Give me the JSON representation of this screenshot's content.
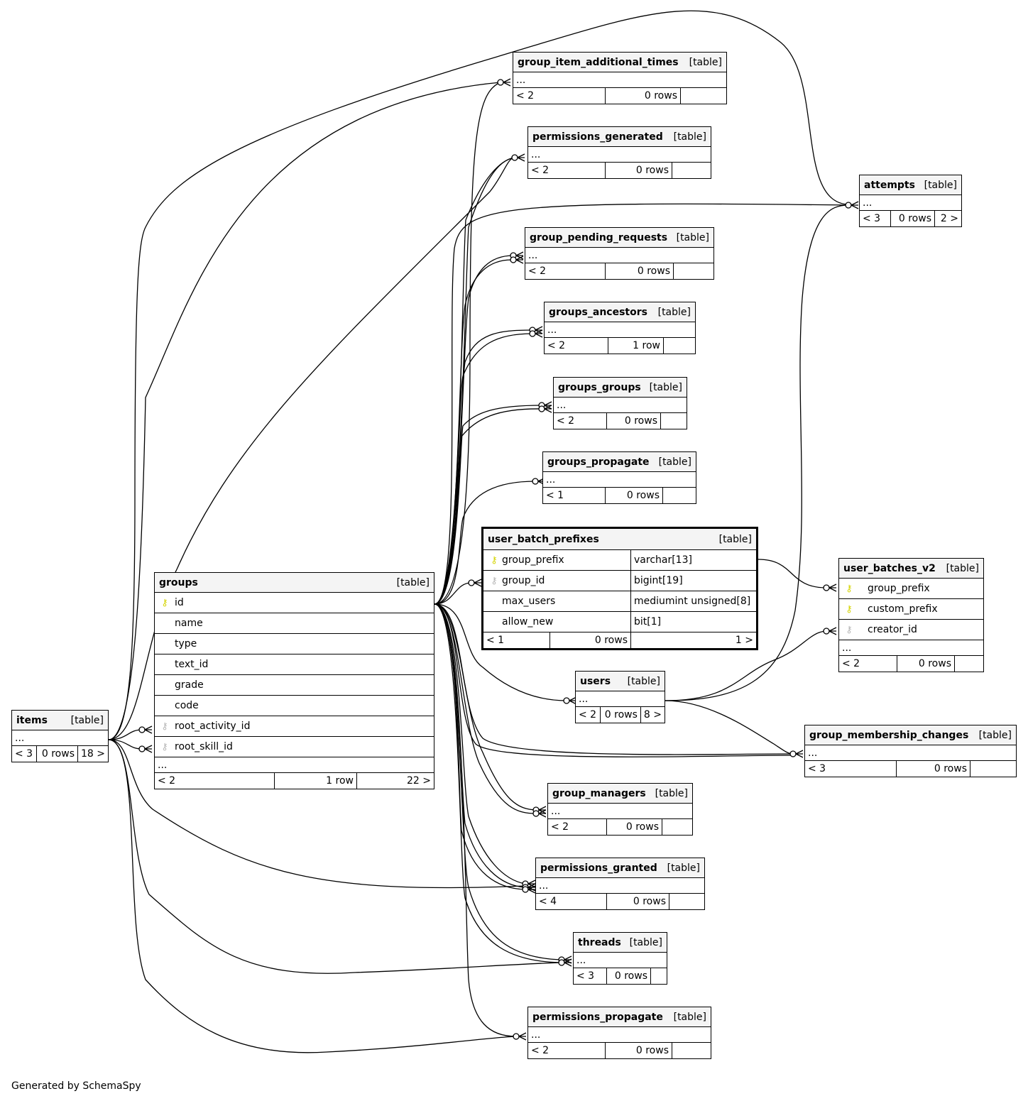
{
  "credit": "Generated by SchemaSpy",
  "tag": "[table]",
  "ellipsis": "...",
  "tables": {
    "group_item_additional_times": {
      "name": "group_item_additional_times",
      "f1": "< 2",
      "f2": "0 rows",
      "f3": ""
    },
    "permissions_generated": {
      "name": "permissions_generated",
      "f1": "< 2",
      "f2": "0 rows",
      "f3": ""
    },
    "attempts": {
      "name": "attempts",
      "f1": "< 3",
      "f2": "0 rows",
      "f3": "2 >"
    },
    "group_pending_requests": {
      "name": "group_pending_requests",
      "f1": "< 2",
      "f2": "0 rows",
      "f3": ""
    },
    "groups_ancestors": {
      "name": "groups_ancestors",
      "f1": "< 2",
      "f2": "1 row",
      "f3": ""
    },
    "groups_groups": {
      "name": "groups_groups",
      "f1": "< 2",
      "f2": "0 rows",
      "f3": ""
    },
    "groups_propagate": {
      "name": "groups_propagate",
      "f1": "< 1",
      "f2": "0 rows",
      "f3": ""
    },
    "user_batch_prefixes": {
      "name": "user_batch_prefixes",
      "columns": [
        {
          "name": "group_prefix",
          "type": "varchar[13]",
          "key": "pk"
        },
        {
          "name": "group_id",
          "type": "bigint[19]",
          "key": "fk"
        },
        {
          "name": "max_users",
          "type": "mediumint unsigned[8]",
          "key": ""
        },
        {
          "name": "allow_new",
          "type": "bit[1]",
          "key": ""
        }
      ],
      "f1": "< 1",
      "f2": "0 rows",
      "f3": "1 >"
    },
    "user_batches_v2": {
      "name": "user_batches_v2",
      "columns": [
        {
          "name": "group_prefix",
          "key": "pk"
        },
        {
          "name": "custom_prefix",
          "key": "pk"
        },
        {
          "name": "creator_id",
          "key": "fk"
        }
      ],
      "f1": "< 2",
      "f2": "0 rows",
      "f3": ""
    },
    "groups": {
      "name": "groups",
      "columns": [
        {
          "name": "id",
          "key": "pk"
        },
        {
          "name": "name",
          "key": ""
        },
        {
          "name": "type",
          "key": ""
        },
        {
          "name": "text_id",
          "key": ""
        },
        {
          "name": "grade",
          "key": ""
        },
        {
          "name": "code",
          "key": ""
        },
        {
          "name": "root_activity_id",
          "key": "fk"
        },
        {
          "name": "root_skill_id",
          "key": "fk"
        }
      ],
      "f1": "< 2",
      "f2": "1 row",
      "f3": "22 >"
    },
    "items": {
      "name": "items",
      "f1": "< 3",
      "f2": "0 rows",
      "f3": "18 >"
    },
    "users": {
      "name": "users",
      "f1": "< 2",
      "f2": "0 rows",
      "f3": "8 >"
    },
    "group_membership_changes": {
      "name": "group_membership_changes",
      "f1": "< 3",
      "f2": "0 rows",
      "f3": ""
    },
    "group_managers": {
      "name": "group_managers",
      "f1": "< 2",
      "f2": "0 rows",
      "f3": ""
    },
    "permissions_granted": {
      "name": "permissions_granted",
      "f1": "< 4",
      "f2": "0 rows",
      "f3": ""
    },
    "threads": {
      "name": "threads",
      "f1": "< 3",
      "f2": "0 rows",
      "f3": ""
    },
    "permissions_propagate": {
      "name": "permissions_propagate",
      "f1": "< 2",
      "f2": "0 rows",
      "f3": ""
    }
  }
}
